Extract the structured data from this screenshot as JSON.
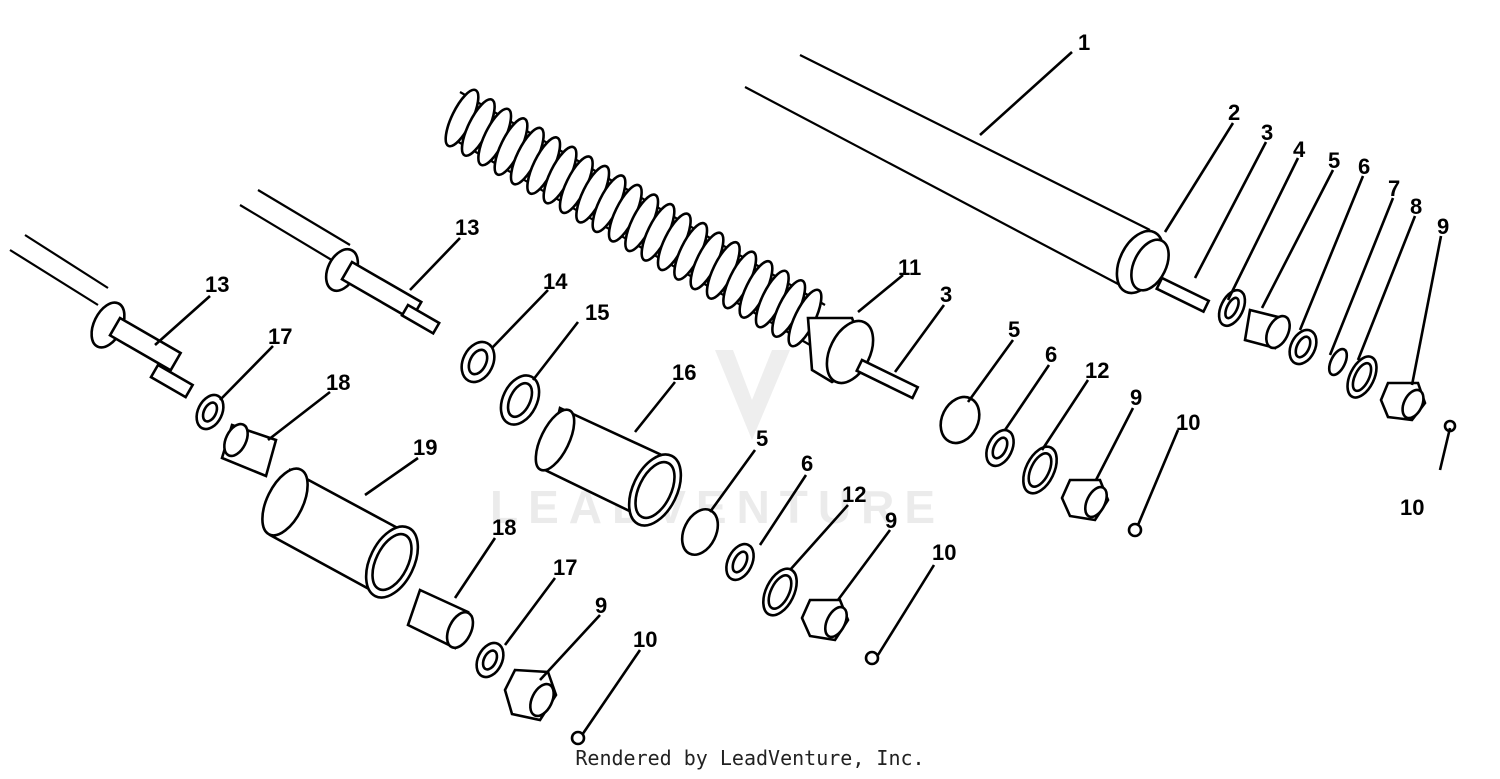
{
  "watermark": {
    "text": "LEADVENTURE"
  },
  "footer": {
    "text": "Rendered by LeadVenture, Inc."
  },
  "callouts": {
    "c1": "1",
    "c2": "2",
    "c3a": "3",
    "c4": "4",
    "c5a": "5",
    "c6a": "6",
    "c7": "7",
    "c8": "8",
    "c9a": "9",
    "c10a": "10",
    "c11": "11",
    "c3b": "3",
    "c5b": "5",
    "c6b": "6",
    "c12a": "12",
    "c9b": "9",
    "c10b": "10",
    "c13a": "13",
    "c13b": "13",
    "c14": "14",
    "c15": "15",
    "c16": "16",
    "c5c": "5",
    "c6c": "6",
    "c12b": "12",
    "c9c": "9",
    "c10c": "10",
    "c17a": "17",
    "c18a": "18",
    "c19": "19",
    "c18b": "18",
    "c17b": "17",
    "c9d": "9",
    "c10d": "10"
  }
}
